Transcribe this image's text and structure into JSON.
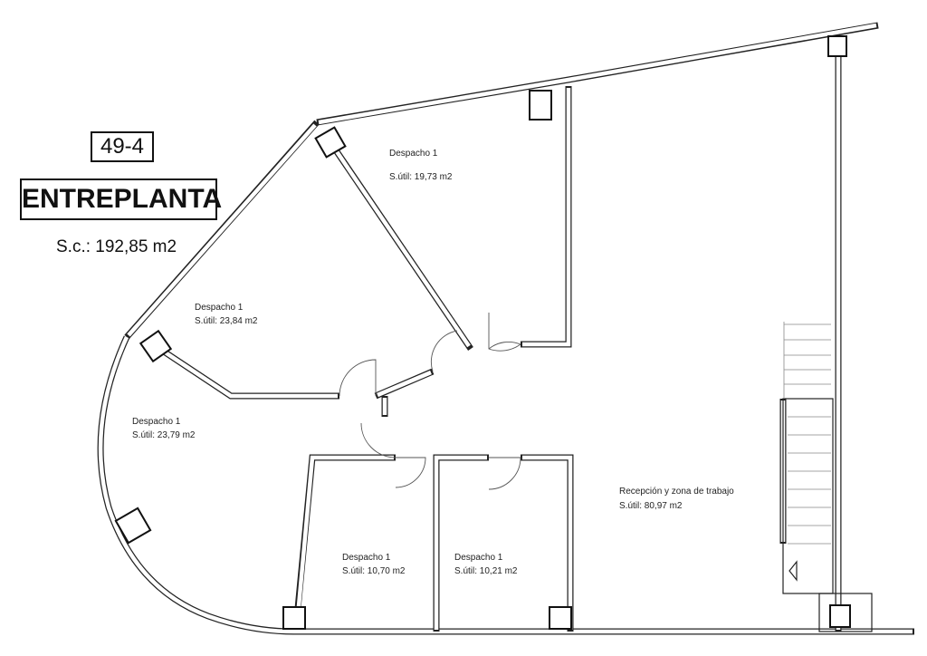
{
  "header": {
    "plan_code": "49-4",
    "floor_name": "ENTREPLANTA",
    "total_area": "S.c.: 192,85 m2"
  },
  "rooms": [
    {
      "name": "Despacho 1",
      "area": "S.útil: 19,73 m2"
    },
    {
      "name": "Despacho 1",
      "area": "S.útil: 23,84 m2"
    },
    {
      "name": "Despacho 1",
      "area": "S.útil: 23,79 m2"
    },
    {
      "name": "Despacho 1",
      "area": "S.útil: 10,70 m2"
    },
    {
      "name": "Despacho 1",
      "area": "S.útil: 10,21 m2"
    },
    {
      "name": "Recepción y zona de trabajo",
      "area": "S.útil: 80,97 m2"
    }
  ]
}
